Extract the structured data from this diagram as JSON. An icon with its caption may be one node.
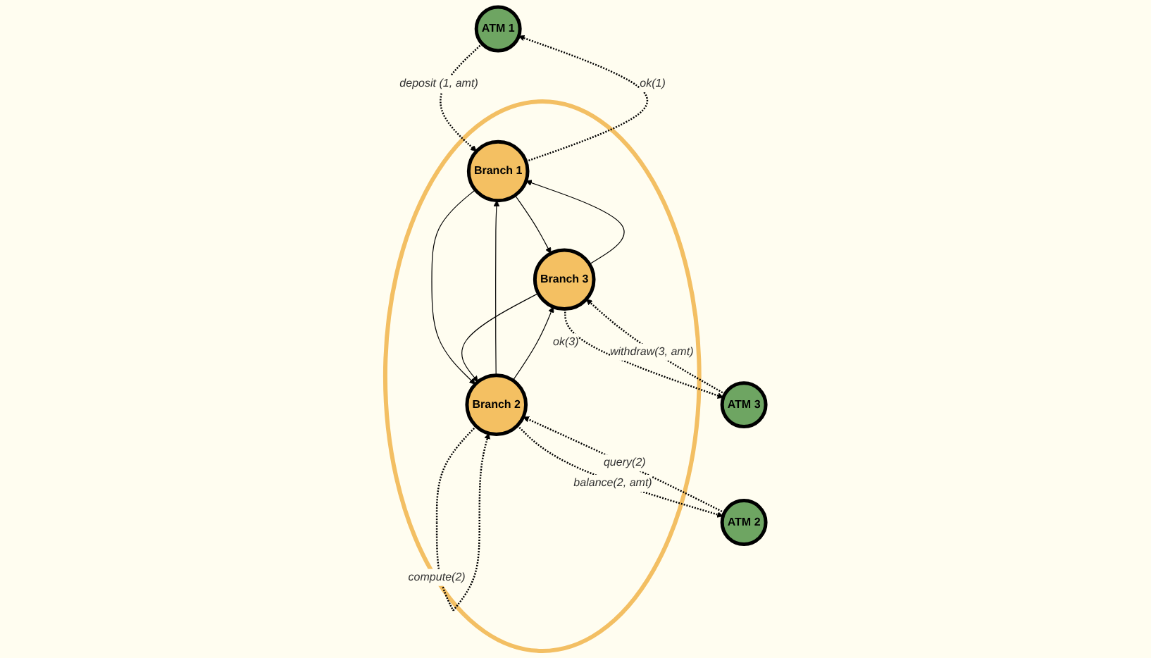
{
  "diagram": {
    "nodes": [
      {
        "text": [
          "ATM 1"
        ]
      },
      {
        "text": [],
        "shape": "circle"
      },
      {
        "text": [
          "Branch 1"
        ],
        "in": 1
      },
      {
        "text": [
          "Branch 3"
        ],
        "in": 1
      },
      {
        "text": [
          "ATM 3"
        ]
      },
      {
        "text": [
          "Branch 2"
        ],
        "in": 1
      },
      {
        "text": [
          "ATM 2"
        ]
      }
    ],
    "edges": [
      {
        "from": 0,
        "to": 2,
        "arrow": "to",
        "label": "deposit (1, amt)",
        "style": "dashed"
      },
      {
        "from": 2,
        "to": 0,
        "arrow": "to",
        "label": "ok(1)",
        "style": "dashed"
      },
      {
        "from": 3,
        "to": 4,
        "arrow": "to",
        "label": "ok(3)",
        "style": "dashed"
      },
      {
        "from": 4,
        "to": 3,
        "arrow": "to",
        "label": "withdraw(3, amt)",
        "style": "dashed"
      },
      {
        "from": 6,
        "to": 5,
        "arrow": "to",
        "label": "query(2)",
        "style": "dashed"
      },
      {
        "from": 5,
        "to": 6,
        "arrow": "to",
        "label": "balance(2, amt)",
        "style": "dashed"
      },
      {
        "from": 5,
        "to": 5,
        "arrow": "to",
        "label": "compute(2)",
        "style": "dashed"
      },
      {
        "from": 3,
        "to": 2,
        "arrow": "to"
      },
      {
        "from": 2,
        "to": 3,
        "arrow": "to"
      },
      {
        "from": 2,
        "to": 5,
        "arrow": "to"
      },
      {
        "from": 5,
        "to": 2,
        "arrow": "to"
      },
      {
        "from": 3,
        "to": 5,
        "arrow": "to"
      },
      {
        "from": 5,
        "to": 3,
        "arrow": "to"
      }
    ]
  }
}
